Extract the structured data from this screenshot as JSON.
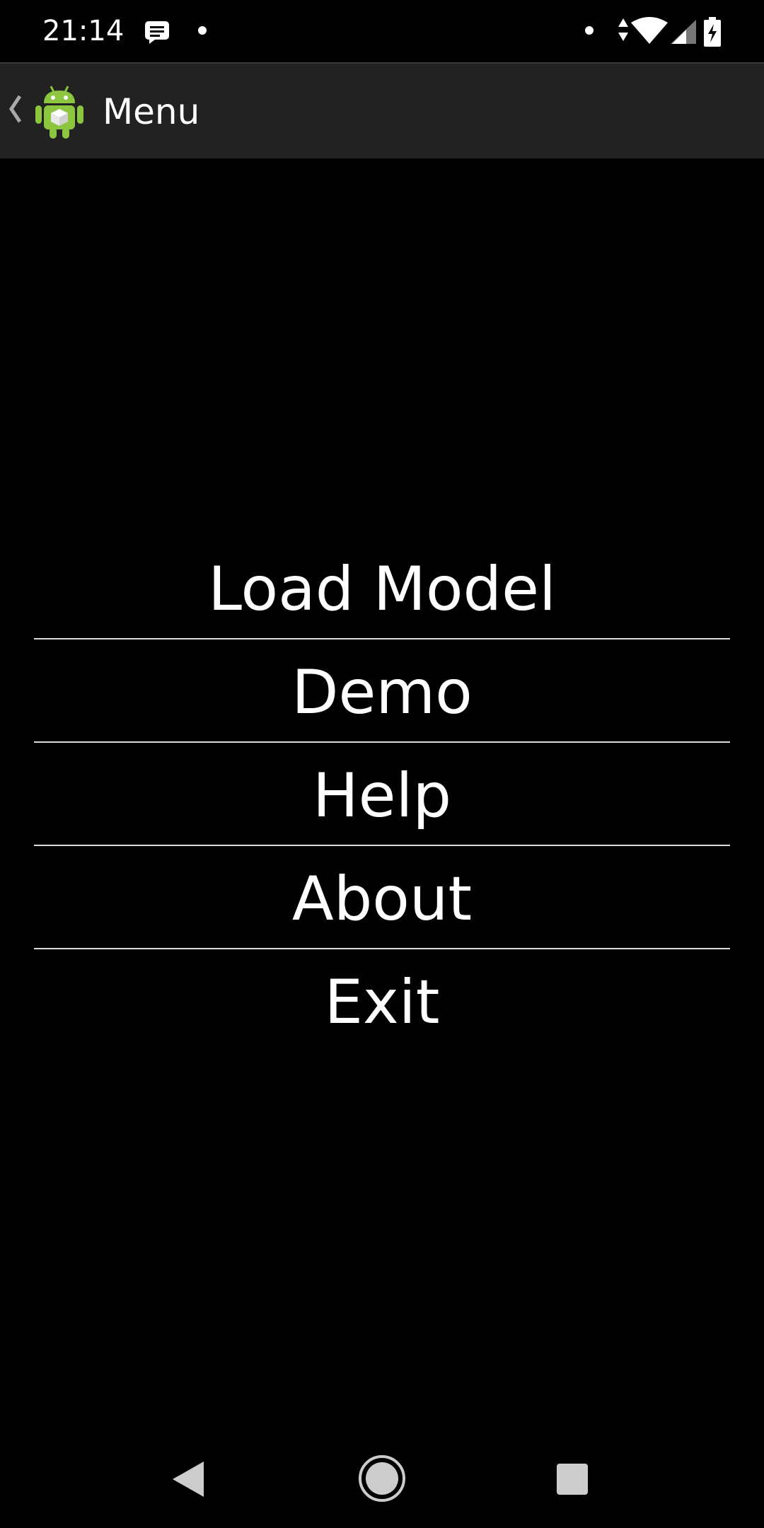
{
  "status_bar": {
    "time": "21:14",
    "icons": [
      "message-icon",
      "dot-icon",
      "dot-icon",
      "data-arrows-icon",
      "wifi-icon",
      "cell-signal-icon",
      "battery-charging-icon"
    ]
  },
  "app_bar": {
    "title": "Menu",
    "back_icon": "chevron-left-icon",
    "logo_icon": "android-robot-icon"
  },
  "menu": {
    "items": [
      {
        "label": "Load Model"
      },
      {
        "label": "Demo"
      },
      {
        "label": "Help"
      },
      {
        "label": "About"
      },
      {
        "label": "Exit"
      }
    ]
  },
  "nav_bar": {
    "icons": [
      "back-triangle-icon",
      "home-circle-icon",
      "recents-square-icon"
    ]
  },
  "colors": {
    "background": "#000000",
    "app_bar": "#222222",
    "divider": "#d8d8d8",
    "text": "#ffffff",
    "android_green": "#8cc63f"
  }
}
